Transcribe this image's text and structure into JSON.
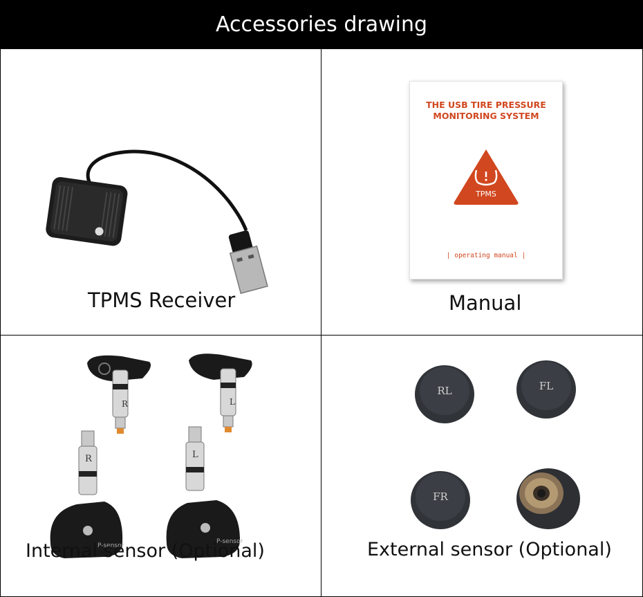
{
  "header": {
    "title": "Accessories drawing"
  },
  "cells": {
    "receiver": {
      "label": "TPMS Receiver"
    },
    "manual": {
      "label": "Manual",
      "booklet_title": "THE USB TIRE PRESSURE MONITORING SYSTEM",
      "badge_text": "TPMS",
      "footer_text": "| operating manual |"
    },
    "internal": {
      "label": "Internal sensor (Optional)",
      "sensor_letters": [
        "R",
        "L",
        "R",
        "L"
      ],
      "sensor_text": "P-sensor"
    },
    "external": {
      "label": "External sensor (Optional)",
      "cap_labels": [
        "RL",
        "FL",
        "FR"
      ]
    }
  },
  "colors": {
    "header_bg": "#000000",
    "accent": "#d1471f",
    "device": "#1e1e1e"
  }
}
